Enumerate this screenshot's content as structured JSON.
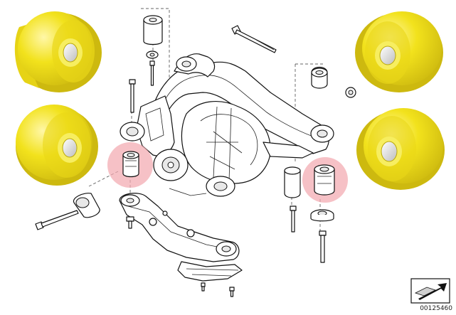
{
  "diagram": {
    "part_number": "00125460",
    "colors": {
      "bushing_outer": "#f2e21c",
      "bushing_shadow": "#cdb90f",
      "bushing_highlight": "#fff7a8",
      "bore": "#d9d9d9",
      "highlight_circle": "#f3a9b0",
      "line": "#111111",
      "metal_fill": "#ffffff"
    },
    "components": [
      {
        "name": "rear-subframe"
      },
      {
        "name": "trailing-arm"
      },
      {
        "name": "differential-housing"
      },
      {
        "name": "subframe-bushing-left"
      },
      {
        "name": "subframe-bushing-right"
      },
      {
        "name": "mount-bolt-long"
      },
      {
        "name": "mount-bolt-left"
      },
      {
        "name": "mount-bolt-right"
      },
      {
        "name": "bushing-sleeve-left"
      },
      {
        "name": "bushing-sleeve-right"
      },
      {
        "name": "washer"
      },
      {
        "name": "heat-shield"
      }
    ],
    "polyurethane_bushings": [
      {
        "position": "top-left"
      },
      {
        "position": "mid-left"
      },
      {
        "position": "top-right"
      },
      {
        "position": "mid-right"
      }
    ]
  }
}
